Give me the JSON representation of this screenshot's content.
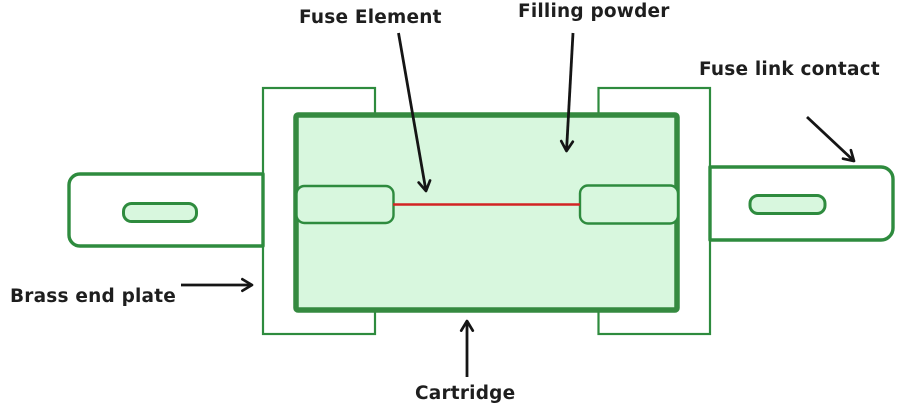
{
  "labels": {
    "fuse_element": "Fuse Element",
    "filling_powder": "Filling powder",
    "fuse_link_contact": "Fuse link contact",
    "brass_end_plate": "Brass end plate",
    "cartridge": "Cartridge"
  },
  "colors": {
    "outline_green": "#2e8b3e",
    "cartridge_green": "#358a40",
    "fill_green": "#d8f7de",
    "wire_red": "#d22424",
    "arrow_black": "#151515",
    "text_color": "#1e1e1e",
    "background": "#ffffff"
  }
}
